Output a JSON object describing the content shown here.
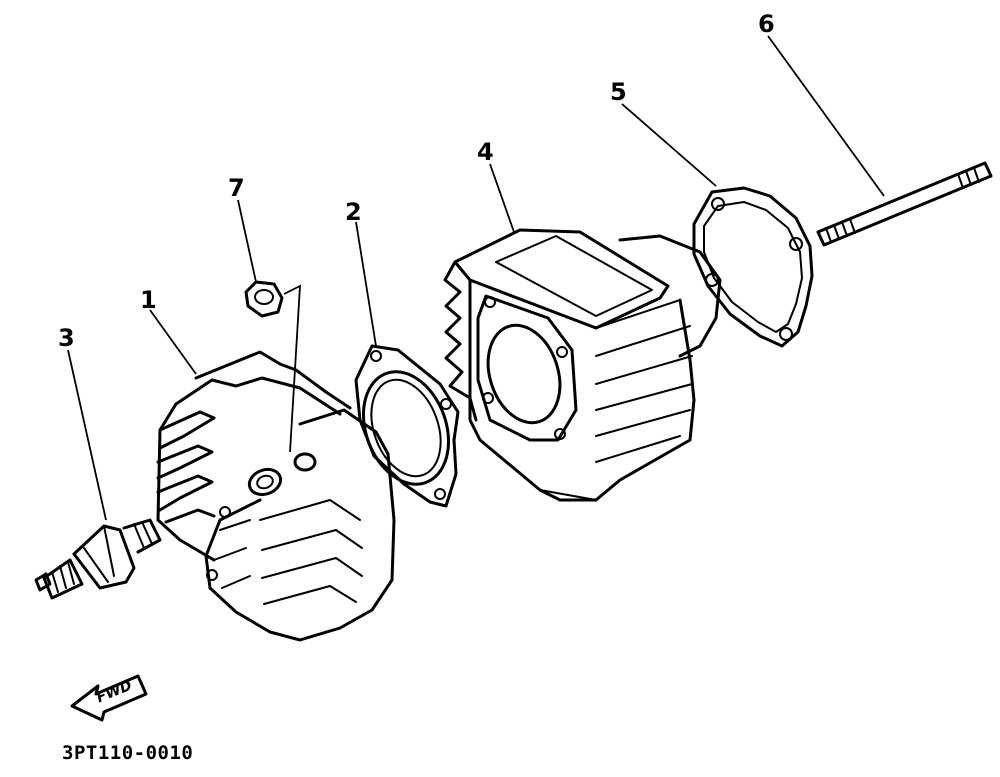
{
  "callouts": [
    {
      "id": "1",
      "label": "1"
    },
    {
      "id": "2",
      "label": "2"
    },
    {
      "id": "3",
      "label": "3"
    },
    {
      "id": "4",
      "label": "4"
    },
    {
      "id": "5",
      "label": "5"
    },
    {
      "id": "6",
      "label": "6"
    },
    {
      "id": "7",
      "label": "7"
    }
  ],
  "direction_label": "FWD",
  "diagram_code": "3PT110-0010"
}
